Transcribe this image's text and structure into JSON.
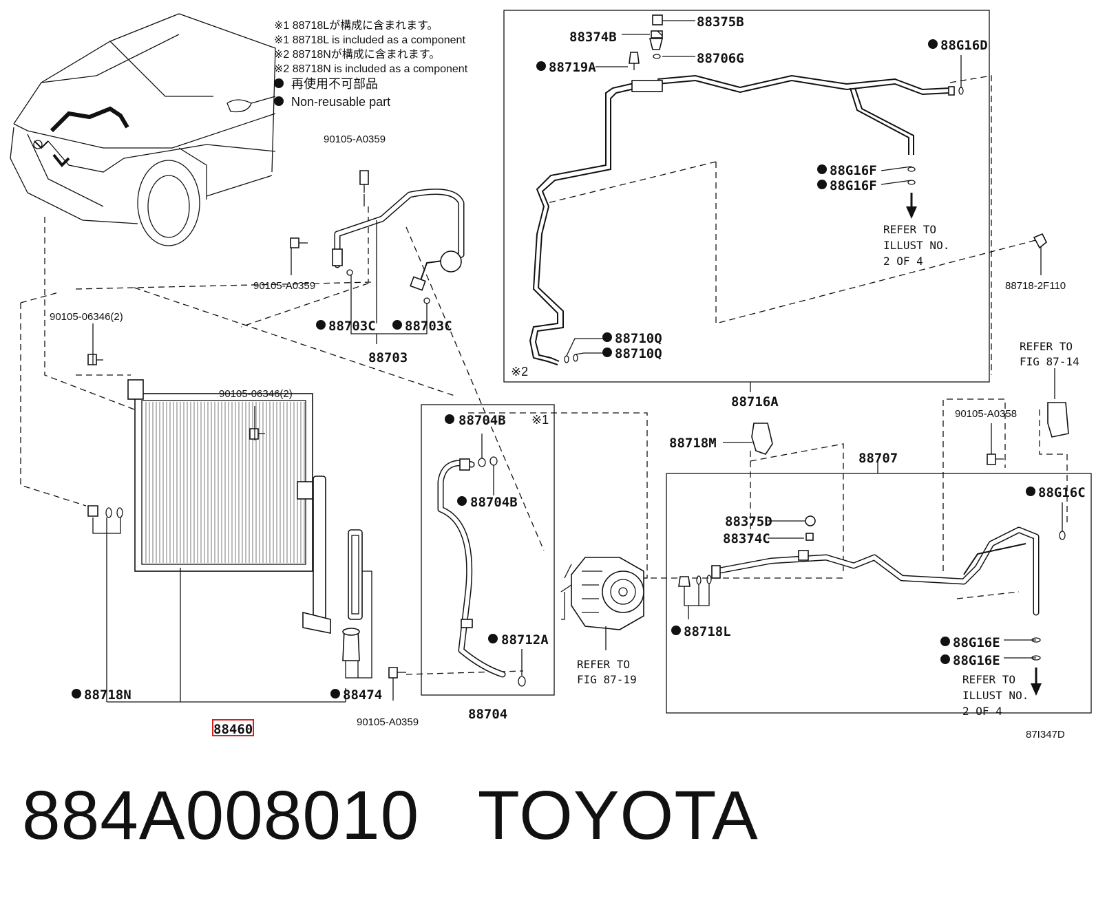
{
  "notes": {
    "n1_jp": "※1 88718Lが構成に含まれます。",
    "n1_en": "※1 88718L  is included as a component",
    "n2_jp": "※2 88718Nが構成に含まれます。",
    "n2_en": "※2 88718N  is included as a component",
    "nonreusable_jp": "再使用不可部品",
    "nonreusable_en": "Non-reusable part"
  },
  "labels": {
    "p90105_A0359_top": "90105-A0359",
    "p90105_A0359_left": "90105-A0359",
    "p88703C_a": "88703C",
    "p88703C_b": "88703C",
    "p88703": "88703",
    "p90105_06346_a": "90105-06346(2)",
    "p90105_06346_b": "90105-06346(2)",
    "p88718N": "88718N",
    "p88474": "88474",
    "p88460": "88460",
    "p90105_A0359_bottom": "90105-A0359",
    "p88704B_a": "88704B",
    "p88704B_b": "88704B",
    "mark1": "※1",
    "p88712A": "88712A",
    "p88704": "88704",
    "p88375B": "88375B",
    "p88374B": "88374B",
    "p88706G": "88706G",
    "p88719A": "88719A",
    "p88G16D": "88G16D",
    "p88G16F_a": "88G16F",
    "p88G16F_b": "88G16F",
    "p88710Q_a": "88710Q",
    "p88710Q_b": "88710Q",
    "mark2": "※2",
    "p88716A": "88716A",
    "p88718_2F110": "88718-2F110",
    "p88718M": "88718M",
    "p88707": "88707",
    "p90105_A0358": "90105-A0358",
    "p88G16C": "88G16C",
    "p88375D": "88375D",
    "p88374C": "88374C",
    "p88718L": "88718L",
    "p88G16E_a": "88G16E",
    "p88G16E_b": "88G16E",
    "diagram_code": "87I347D"
  },
  "refs": {
    "illust_top": [
      "REFER TO",
      "ILLUST NO.",
      "2 OF 4"
    ],
    "fig_87_14": [
      "REFER TO",
      "FIG 87-14"
    ],
    "fig_87_19": [
      "REFER TO",
      "FIG 87-19"
    ],
    "illust_bottom": [
      "REFER TO",
      "ILLUST NO.",
      "2 OF 4"
    ]
  },
  "highlight_color": "#d62020",
  "title": {
    "part_number": "884A008010",
    "brand": "TOYOTA"
  }
}
